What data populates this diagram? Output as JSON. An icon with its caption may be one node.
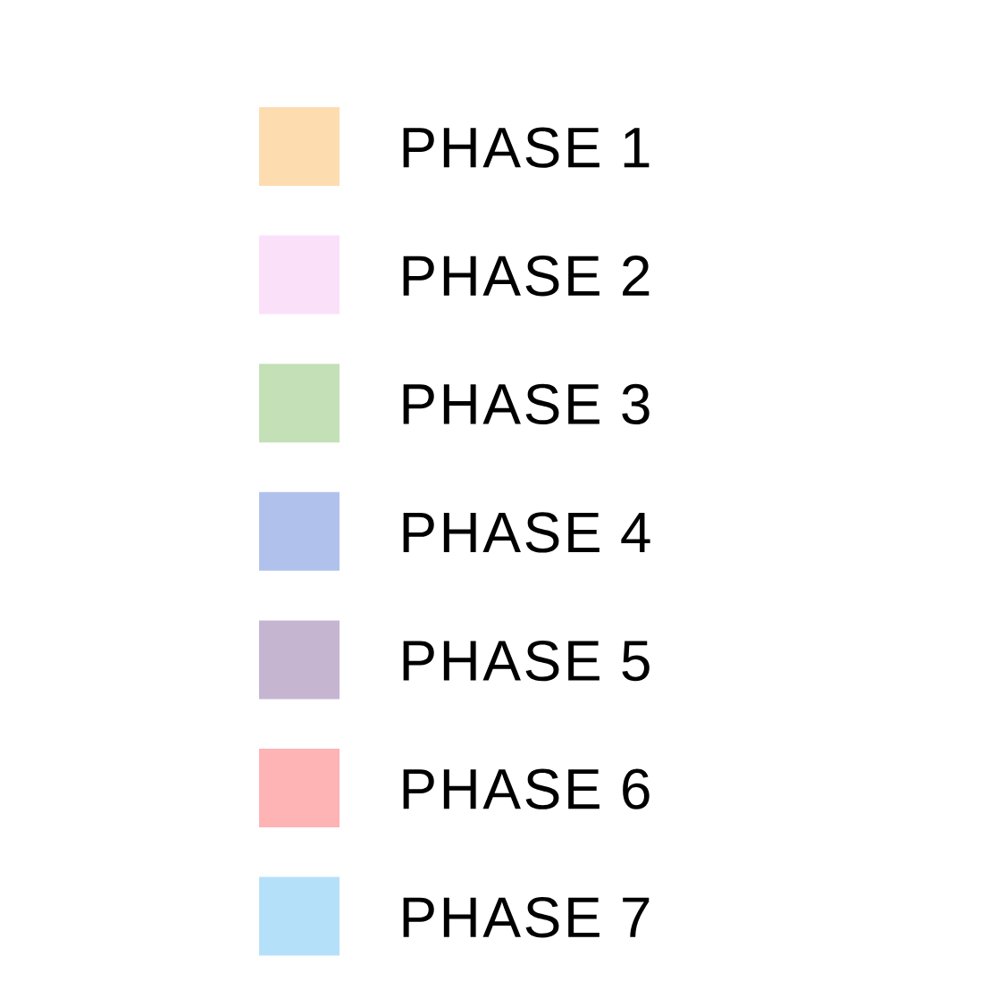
{
  "diagram": {
    "legend": [
      {
        "text": "PHASE 1",
        "color": "#fddcb0"
      },
      {
        "text": "PHASE 2",
        "color": "#fbe0fa"
      },
      {
        "text": "PHASE 3",
        "color": "#c3e0b7"
      },
      {
        "text": "PHASE 4",
        "color": "#b0c2ec"
      },
      {
        "text": "PHASE 5",
        "color": "#c5b5d1"
      },
      {
        "text": "PHASE 6",
        "color": "#feb3b5"
      },
      {
        "text": "PHASE 7",
        "color": "#b5e0fa"
      }
    ]
  }
}
